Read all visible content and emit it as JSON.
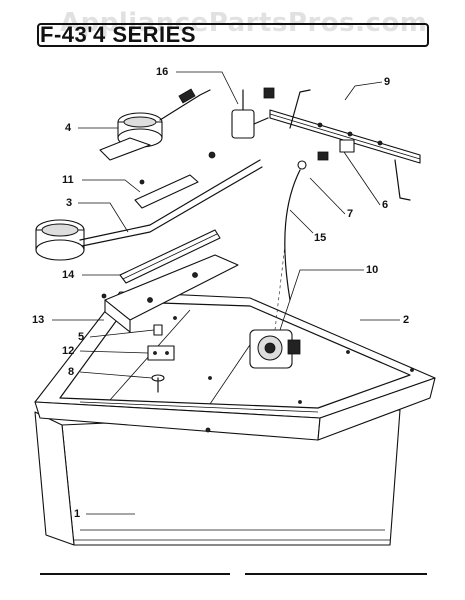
{
  "watermark": "AppliancePartsPros.com",
  "title": "F-43'4 SERIES",
  "callouts": [
    {
      "label": "16"
    },
    {
      "label": "9"
    },
    {
      "label": "4"
    },
    {
      "label": "11"
    },
    {
      "label": "3"
    },
    {
      "label": "7"
    },
    {
      "label": "6"
    },
    {
      "label": "15"
    },
    {
      "label": "10"
    },
    {
      "label": "14"
    },
    {
      "label": "13"
    },
    {
      "label": "2"
    },
    {
      "label": "5"
    },
    {
      "label": "12"
    },
    {
      "label": "8"
    },
    {
      "label": "1"
    }
  ]
}
